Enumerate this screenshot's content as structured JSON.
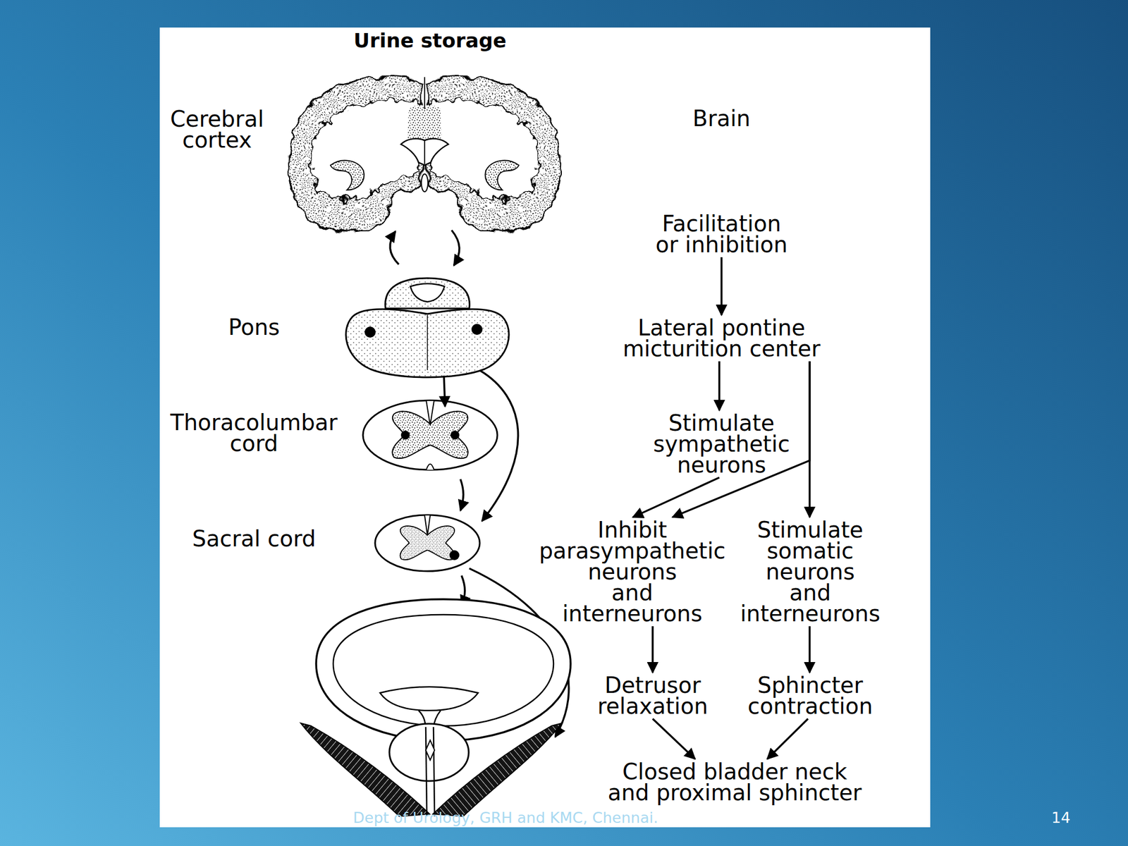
{
  "diagram": {
    "title": "Urine storage",
    "nodes": [
      {
        "text": [
          "Facilitation or inhibition"
        ]
      },
      {
        "text": [
          "Lateral pontine micturition center"
        ]
      },
      {
        "text": [
          "Stimulate sympathetic neurons"
        ]
      },
      {
        "text": [
          "Inhibit parasympathetic neurons and interneurons"
        ]
      },
      {
        "text": [
          "Stimulate somatic neurons and interneurons"
        ]
      },
      {
        "text": [
          "Detrusor relaxation"
        ]
      },
      {
        "text": [
          "Sphincter contraction"
        ]
      },
      {
        "text": [
          "Closed bladder neck and proximal sphincter"
        ]
      }
    ],
    "edges": [
      {
        "from": 0,
        "to": 1,
        "arrow": "to"
      },
      {
        "from": 1,
        "to": 2,
        "arrow": "to"
      },
      {
        "from": 1,
        "to": 4,
        "arrow": "to"
      },
      {
        "from": 1,
        "to": 3,
        "arrow": "to"
      },
      {
        "from": 2,
        "to": 3,
        "arrow": "to"
      },
      {
        "from": 3,
        "to": 5,
        "arrow": "to"
      },
      {
        "from": 4,
        "to": 6,
        "arrow": "to"
      },
      {
        "from": 5,
        "to": 7,
        "arrow": "to"
      },
      {
        "from": 6,
        "to": 7,
        "arrow": "to"
      }
    ],
    "labels": [
      "Cerebral cortex",
      "Brain",
      "Pons",
      "Thoracolumbar cord",
      "Sacral cord",
      "Dept of Urology, GRH and KMC, Chennai.",
      "14"
    ]
  }
}
